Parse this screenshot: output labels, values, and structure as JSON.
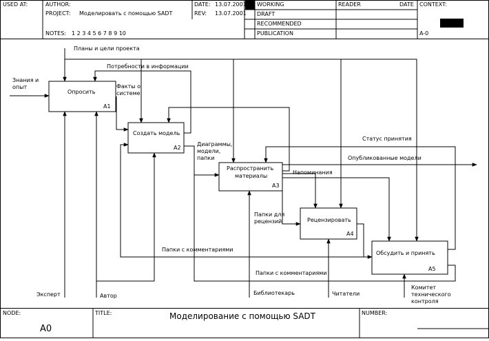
{
  "header": {
    "used_at_label": "USED AT:",
    "author_label": "AUTHOR:",
    "project_label": "PROJECT:",
    "project_value": "Моделировать с помощью SADT",
    "notes_label": "NOTES:",
    "notes_value": "1 2 3 4 5 6 7 8 9 10",
    "date_label": "DATE:",
    "date_value": "13.07.2001",
    "rev_label": "REV:",
    "rev_value": "13.07.2001",
    "status_working": "WORKING",
    "status_draft": "DRAFT",
    "status_recommended": "RECOMMENDED",
    "status_publication": "PUBLICATION",
    "reader_label": "READER",
    "reader_date_label": "DATE",
    "context_label": "CONTEXT:",
    "context_node": "A-0"
  },
  "footer": {
    "node_label": "NODE:",
    "node_value": "A0",
    "title_label": "TITLE:",
    "title_value": "Моделирование с помощью SADT",
    "number_label": "NUMBER:"
  },
  "activities": [
    {
      "name": "Опросить",
      "id": "A1"
    },
    {
      "name": "Создать модель",
      "id": "A2"
    },
    {
      "name": "Распространить материалы",
      "id": "A3"
    },
    {
      "name": "Рецензировать",
      "id": "A4"
    },
    {
      "name": "Обсудить и принять",
      "id": "A5"
    }
  ],
  "arrow_labels": {
    "plans": "Планы и цели проекта",
    "info_needs": "Потребности в информации",
    "knowledge": "Знания и опыт",
    "facts": "Факты о системе",
    "diagrams": "Диаграммы, модели, папки",
    "acceptance_status": "Статус принятия",
    "published_models": "Опубликованные модели",
    "reminders": "Напоминания",
    "review_folders": "Папки для рецензий",
    "commented_folders_1": "Папки с комментариями",
    "commented_folders_2": "Папки с комментариями",
    "expert": "Эксперт",
    "author": "Автор",
    "librarian": "Библиотекарь",
    "readers": "Читатели",
    "committee": "Комитет технического контроля"
  }
}
